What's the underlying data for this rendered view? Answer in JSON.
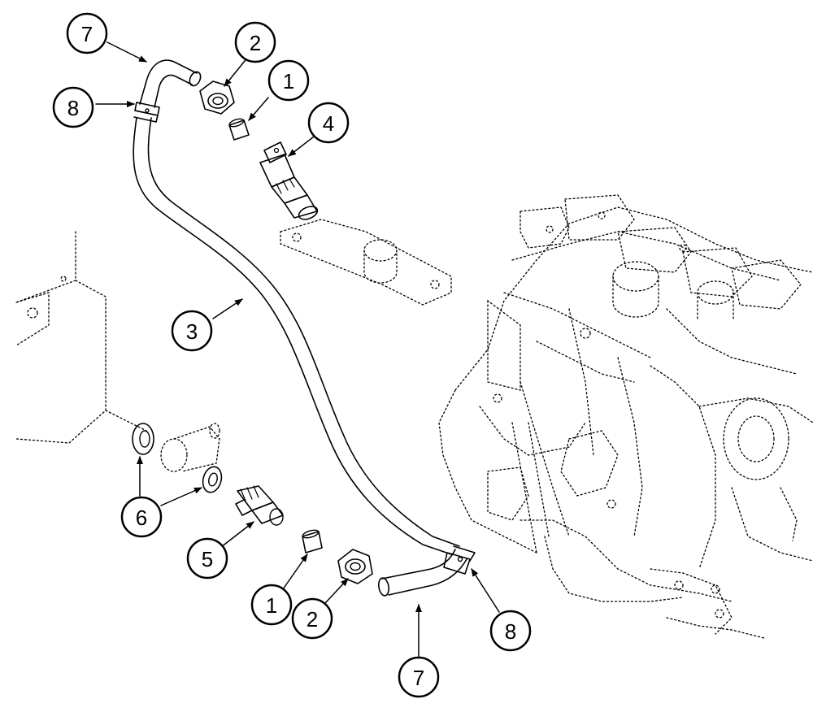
{
  "figure": {
    "callouts": [
      {
        "id": "c7a",
        "label": "7"
      },
      {
        "id": "c8a",
        "label": "8"
      },
      {
        "id": "c2a",
        "label": "2"
      },
      {
        "id": "c1a",
        "label": "1"
      },
      {
        "id": "c4",
        "label": "4"
      },
      {
        "id": "c3",
        "label": "3"
      },
      {
        "id": "c6",
        "label": "6"
      },
      {
        "id": "c5",
        "label": "5"
      },
      {
        "id": "c1b",
        "label": "1"
      },
      {
        "id": "c2b",
        "label": "2"
      },
      {
        "id": "c8b",
        "label": "8"
      },
      {
        "id": "c7b",
        "label": "7"
      }
    ]
  }
}
